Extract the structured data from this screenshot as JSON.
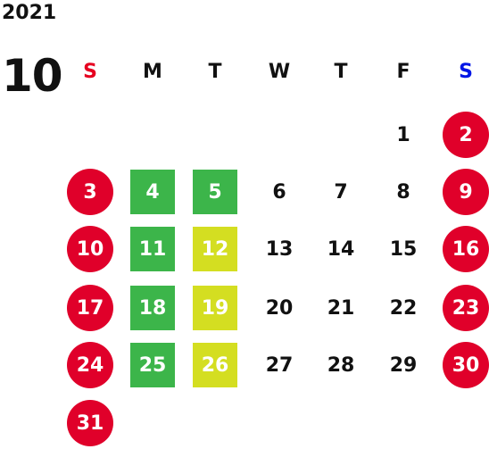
{
  "calendar": {
    "year": "2021",
    "month": "10",
    "weekdays": [
      {
        "label": "S",
        "color": "#e60020"
      },
      {
        "label": "M",
        "color": "#111111"
      },
      {
        "label": "T",
        "color": "#111111"
      },
      {
        "label": "W",
        "color": "#111111"
      },
      {
        "label": "T",
        "color": "#111111"
      },
      {
        "label": "F",
        "color": "#111111"
      },
      {
        "label": "S",
        "color": "#0016e6"
      }
    ],
    "colors": {
      "holiday_red": "#e0002a",
      "green": "#3cb54a",
      "yellow": "#d4de21"
    },
    "first_weekday_index": 5,
    "days": [
      {
        "day": "1",
        "mark": "none"
      },
      {
        "day": "2",
        "mark": "red"
      },
      {
        "day": "3",
        "mark": "red"
      },
      {
        "day": "4",
        "mark": "green"
      },
      {
        "day": "5",
        "mark": "green"
      },
      {
        "day": "6",
        "mark": "none"
      },
      {
        "day": "7",
        "mark": "none"
      },
      {
        "day": "8",
        "mark": "none"
      },
      {
        "day": "9",
        "mark": "red"
      },
      {
        "day": "10",
        "mark": "red"
      },
      {
        "day": "11",
        "mark": "green"
      },
      {
        "day": "12",
        "mark": "yellow"
      },
      {
        "day": "13",
        "mark": "none"
      },
      {
        "day": "14",
        "mark": "none"
      },
      {
        "day": "15",
        "mark": "none"
      },
      {
        "day": "16",
        "mark": "red"
      },
      {
        "day": "17",
        "mark": "red"
      },
      {
        "day": "18",
        "mark": "green"
      },
      {
        "day": "19",
        "mark": "yellow"
      },
      {
        "day": "20",
        "mark": "none"
      },
      {
        "day": "21",
        "mark": "none"
      },
      {
        "day": "22",
        "mark": "none"
      },
      {
        "day": "23",
        "mark": "red"
      },
      {
        "day": "24",
        "mark": "red"
      },
      {
        "day": "25",
        "mark": "green"
      },
      {
        "day": "26",
        "mark": "yellow"
      },
      {
        "day": "27",
        "mark": "none"
      },
      {
        "day": "28",
        "mark": "none"
      },
      {
        "day": "29",
        "mark": "none"
      },
      {
        "day": "30",
        "mark": "red"
      },
      {
        "day": "31",
        "mark": "red"
      }
    ]
  }
}
